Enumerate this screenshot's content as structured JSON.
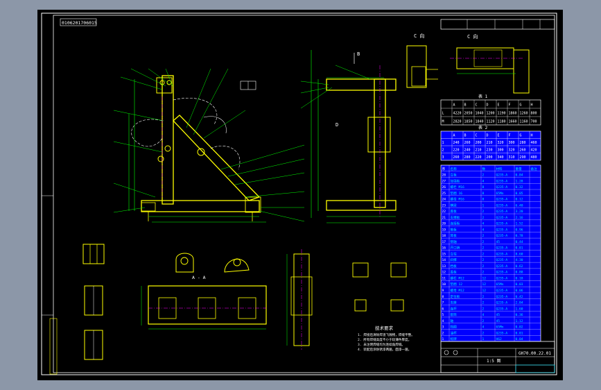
{
  "drawing": {
    "corner_code": "0106201706015",
    "drawing_number": "GH70.00.22.01",
    "sheet_label": "1:5 图"
  },
  "section_labels": {
    "c_top": "C 向",
    "c_right": "C 向",
    "a_a": "A - A",
    "b_label": "B",
    "d_label": "D"
  },
  "tables": {
    "table1": {
      "label": "表 1",
      "rows": [
        [
          "",
          "A",
          "B",
          "C",
          "D",
          "E",
          "F",
          "G",
          "H"
        ],
        [
          "L",
          "4220",
          "2050",
          "1040",
          "1200",
          "1190",
          "1860",
          "1260",
          "800"
        ],
        [
          "M",
          "2820",
          "1850",
          "1840",
          "1120",
          "1180",
          "1660",
          "1160",
          "700"
        ]
      ]
    },
    "table2": {
      "label": "表 2",
      "rows": [
        [
          "",
          "A",
          "B",
          "C",
          "D",
          "E",
          "F",
          "G",
          "H"
        ],
        [
          "1",
          "240",
          "260",
          "200",
          "210",
          "320",
          "300",
          "280",
          "460"
        ],
        [
          "2",
          "220",
          "240",
          "210",
          "230",
          "300",
          "320",
          "260",
          "420"
        ],
        [
          "3",
          "260",
          "280",
          "220",
          "200",
          "340",
          "310",
          "290",
          "480"
        ]
      ]
    }
  },
  "parts_list": {
    "header": [
      "序",
      "名称",
      "数",
      "材料",
      "重量",
      "备注"
    ],
    "rows": [
      [
        "28",
        "立板",
        "2",
        "Q235-A",
        "0.84",
        ""
      ],
      [
        "27",
        "加强板",
        "4",
        "Q235-A",
        "1.28",
        ""
      ],
      [
        "26",
        "螺栏 M16",
        "8",
        "Q235-A",
        "0.32",
        ""
      ],
      [
        "25",
        "垫圈 16",
        "8",
        "65Mn",
        "0.05",
        ""
      ],
      [
        "24",
        "螺母 M16",
        "8",
        "Q235-A",
        "0.12",
        ""
      ],
      [
        "23",
        "横梁",
        "1",
        "Q235-A",
        "6.40",
        ""
      ],
      [
        "22",
        "底板",
        "2",
        "Q235-A",
        "3.20",
        ""
      ],
      [
        "21",
        "支撑板",
        "2",
        "Q235-A",
        "2.16",
        ""
      ],
      [
        "20",
        "连接板",
        "4",
        "Q235-A",
        "1.52",
        ""
      ],
      [
        "19",
        "筋板",
        "4",
        "Q235-A",
        "0.96",
        ""
      ],
      [
        "18",
        "耳板",
        "2",
        "Q235-A",
        "0.78",
        ""
      ],
      [
        "17",
        "销轴",
        "2",
        "45",
        "0.44",
        ""
      ],
      [
        "16",
        "开口销",
        "2",
        "Q235-A",
        "0.01",
        ""
      ],
      [
        "15",
        "立柱",
        "2",
        "Q235-A",
        "8.60",
        ""
      ],
      [
        "14",
        "斜撑",
        "2",
        "Q235-A",
        "4.30",
        ""
      ],
      [
        "13",
        "挡板",
        "2",
        "Q235-A",
        "0.62",
        ""
      ],
      [
        "12",
        "盖板",
        "2",
        "Q235-A",
        "0.88",
        ""
      ],
      [
        "11",
        "螺栏 M12",
        "12",
        "Q235-A",
        "0.18",
        ""
      ],
      [
        "10",
        "垫圈 12",
        "12",
        "65Mn",
        "0.03",
        ""
      ],
      [
        "9",
        "螺母 M12",
        "12",
        "Q235-A",
        "0.06",
        ""
      ],
      [
        "8",
        "定位板",
        "2",
        "Q235-A",
        "0.42",
        ""
      ],
      [
        "7",
        "支座",
        "2",
        "Q235-A",
        "2.84",
        ""
      ],
      [
        "6",
        "连杆",
        "2",
        "Q235-A",
        "1.60",
        ""
      ],
      [
        "5",
        "套筒",
        "4",
        "45",
        "0.36",
        ""
      ],
      [
        "4",
        "轴",
        "2",
        "45",
        "1.12",
        ""
      ],
      [
        "3",
        "挡圈",
        "4",
        "65Mn",
        "0.02",
        ""
      ],
      [
        "2",
        "油杯",
        "2",
        "Q235-A",
        "0.01",
        ""
      ],
      [
        "1",
        "标牌",
        "1",
        "H62",
        "0.04",
        ""
      ]
    ]
  },
  "tech_notes": {
    "title": "技术要求",
    "lines": [
      "1. 焊接后清除焊渣飞溅物，焊缝平整。",
      "2. 所有焊缝高度不小于较薄件厚度。",
      "3. 未注明焊缝均为连续角焊缝。",
      "4. 装配后涂防锈漆两遍，面漆一遍。"
    ]
  },
  "colors": {
    "background": "#8c97a8",
    "sheet": "#000000",
    "frame": "#ffffff",
    "part": "#ffff00",
    "dimension": "#00ff00",
    "center_line": "#ff00ff",
    "table_fill": "#0000ff",
    "table_text": "#00e5ff"
  }
}
